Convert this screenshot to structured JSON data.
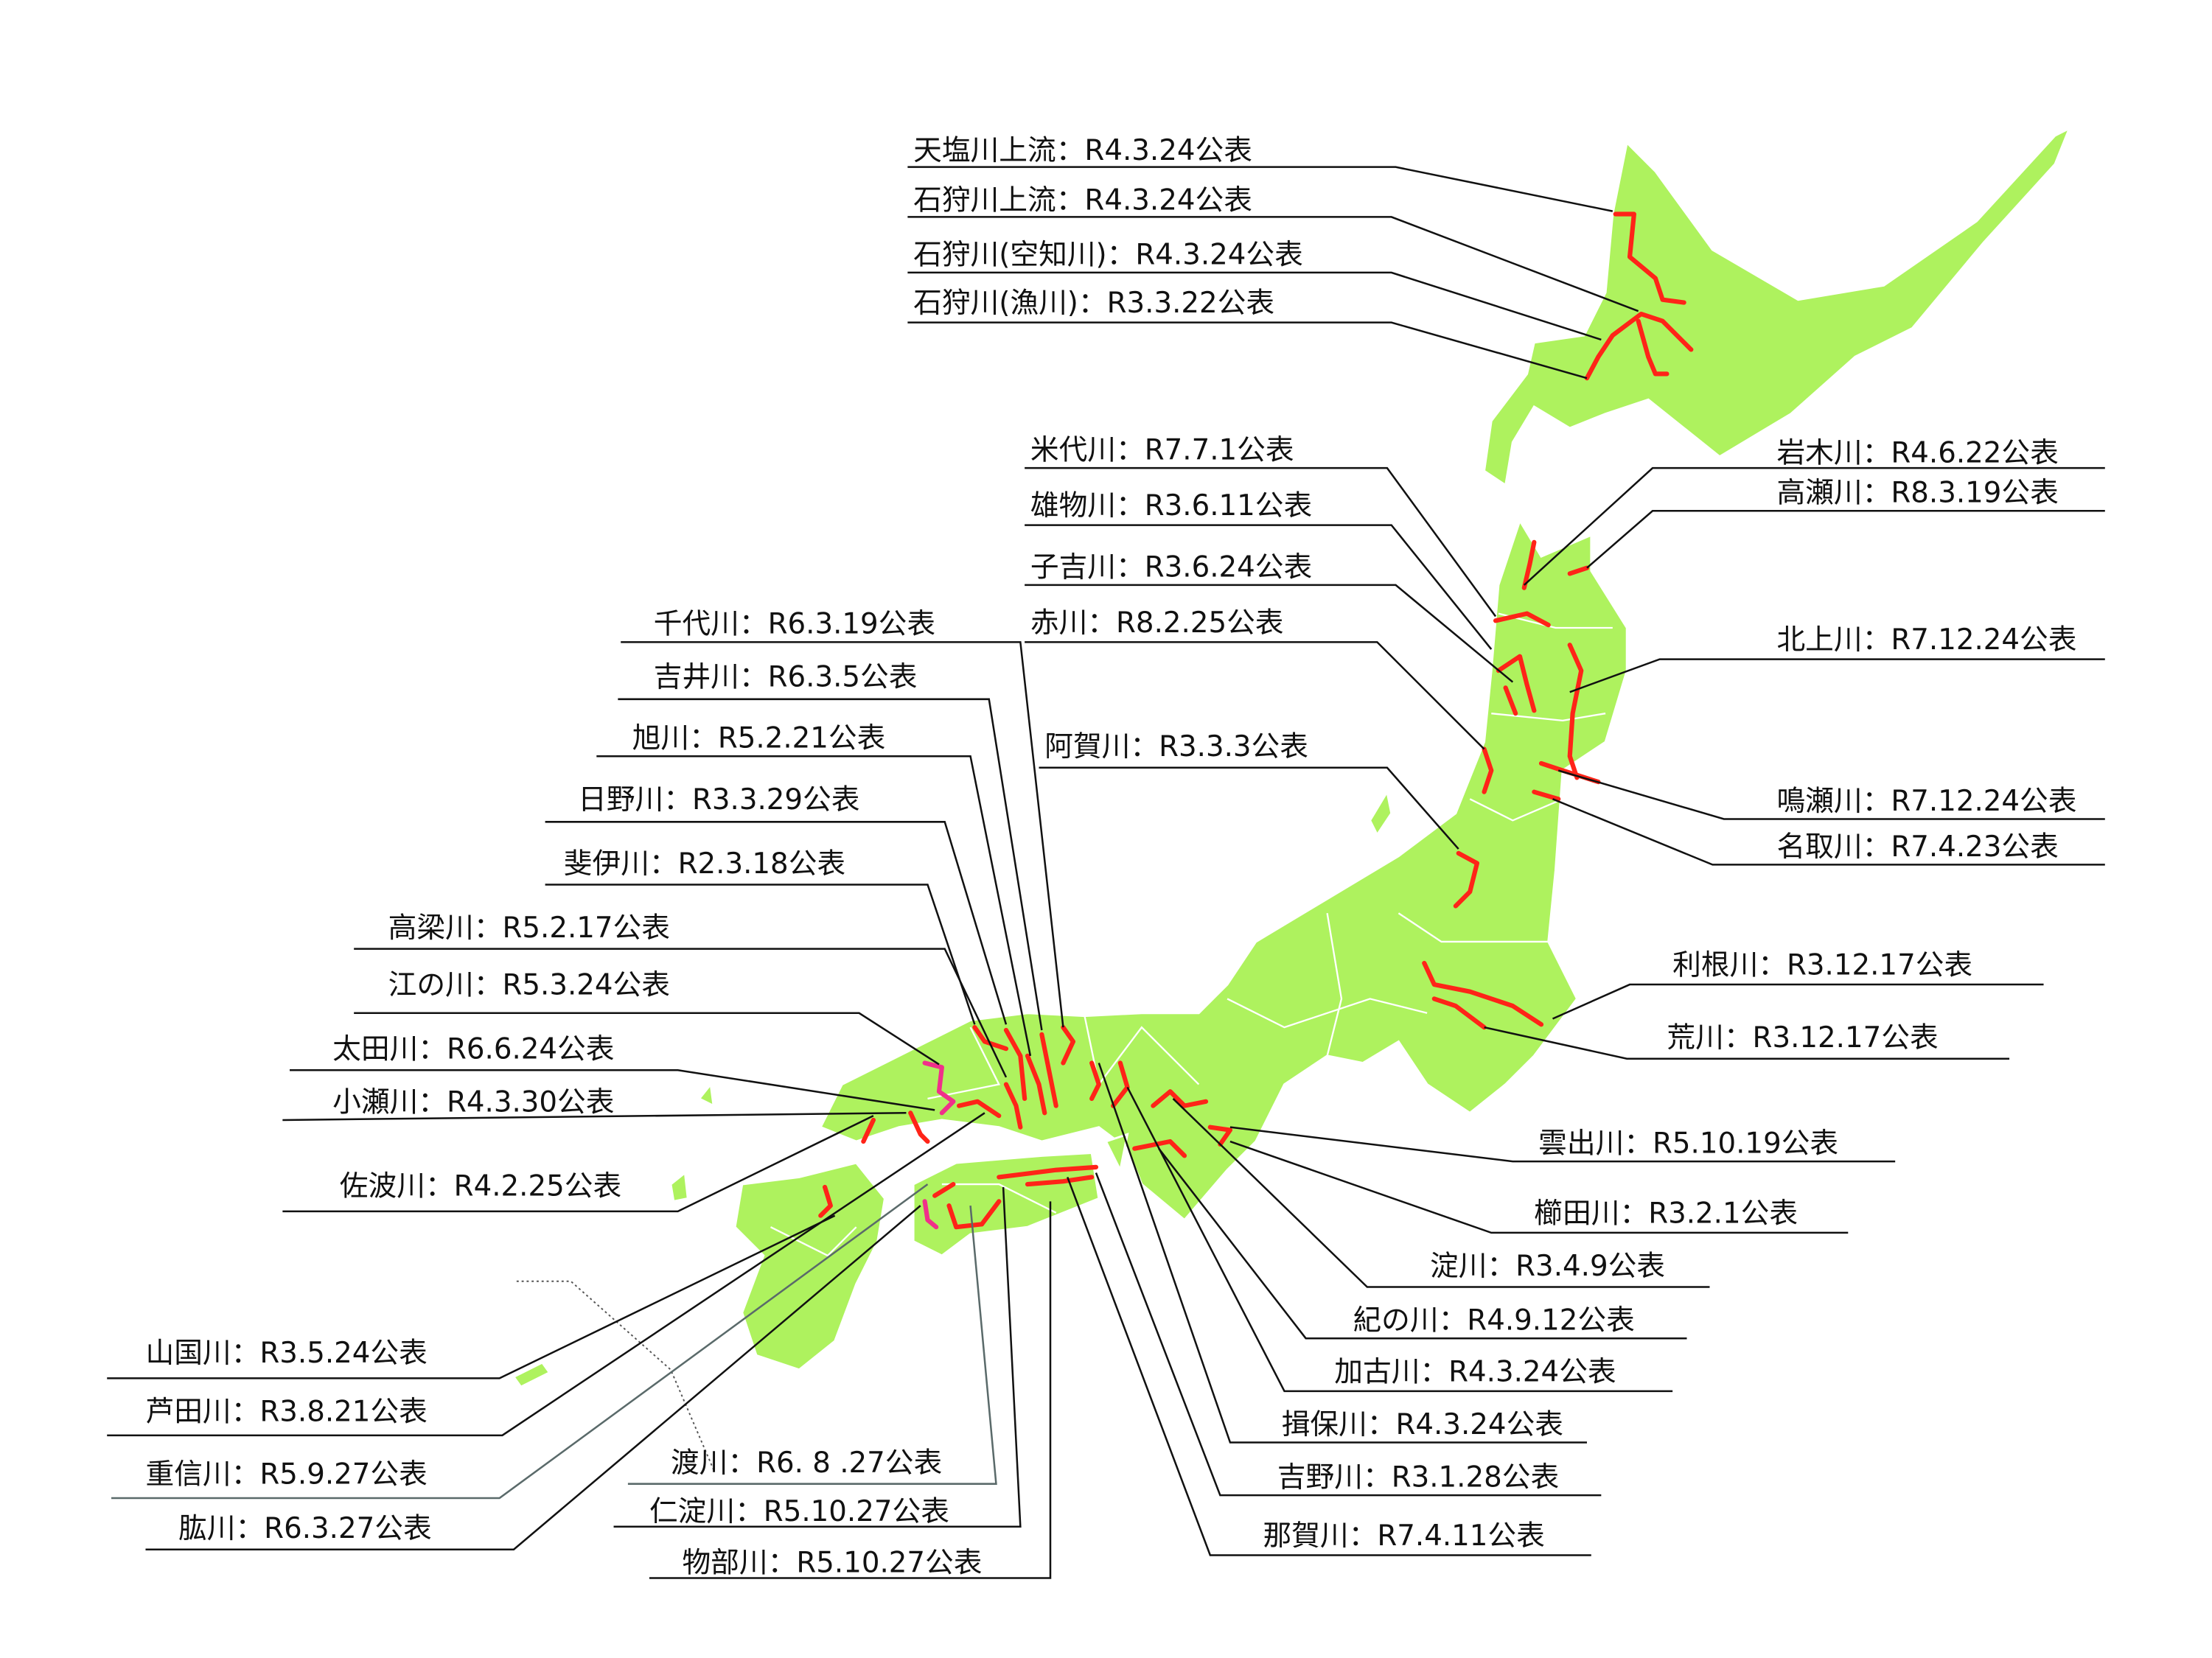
{
  "colors": {
    "land": "#aef25e",
    "river": "#ff2418",
    "river_alt": "#f0308a",
    "leader": "#111111"
  },
  "labels": {
    "teshio": "天塩川上流：R4.3.24公表",
    "ishikari_upper": "石狩川上流：R4.3.24公表",
    "ishikari_sorachi": "石狩川(空知川)：R4.3.24公表",
    "ishikari_izari": "石狩川(漁川)：R3.3.22公表",
    "yoneshiro": "米代川：R7.7.1公表",
    "omono": "雄物川：R3.6.11公表",
    "koyoshi": "子吉川：R3.6.24公表",
    "aka": "赤川：R8.2.25公表",
    "aga": "阿賀川：R3.3.3公表",
    "iwaki": "岩木川：R4.6.22公表",
    "takase": "高瀬川：R8.3.19公表",
    "kitakami": "北上川：R7.12.24公表",
    "naruse": "鳴瀬川：R7.12.24公表",
    "natori": "名取川：R7.4.23公表",
    "tone": "利根川：R3.12.17公表",
    "ara": "荒川：R3.12.17公表",
    "kumozu": "雲出川：R5.10.19公表",
    "kushida": "櫛田川：R3.2.1公表",
    "yodo": "淀川：R3.4.9公表",
    "kino": "紀の川：R4.9.12公表",
    "kako": "加古川：R4.3.24公表",
    "ibo": "揖保川：R4.3.24公表",
    "yoshino": "吉野川：R3.1.28公表",
    "naka": "那賀川：R7.4.11公表",
    "watari": "渡川：R6. 8 .27公表",
    "niyodo": "仁淀川：R5.10.27公表",
    "monobe": "物部川：R5.10.27公表",
    "sendai": "千代川：R6.3.19公表",
    "yoshii": "吉井川：R6.3.5公表",
    "asahi": "旭川：R5.2.21公表",
    "hino": "日野川：R3.3.29公表",
    "hii": "斐伊川：R2.3.18公表",
    "takahashi": "高梁川：R5.2.17公表",
    "gono": "江の川：R5.3.24公表",
    "ota": "太田川：R6.6.24公表",
    "oze": "小瀬川：R4.3.30公表",
    "saba": "佐波川：R4.2.25公表",
    "yamakuni": "山国川：R3.5.24公表",
    "ashida": "芦田川：R3.8.21公表",
    "shigenobu": "重信川：R5.9.27公表",
    "hiji": "肱川：R6.3.27公表"
  }
}
